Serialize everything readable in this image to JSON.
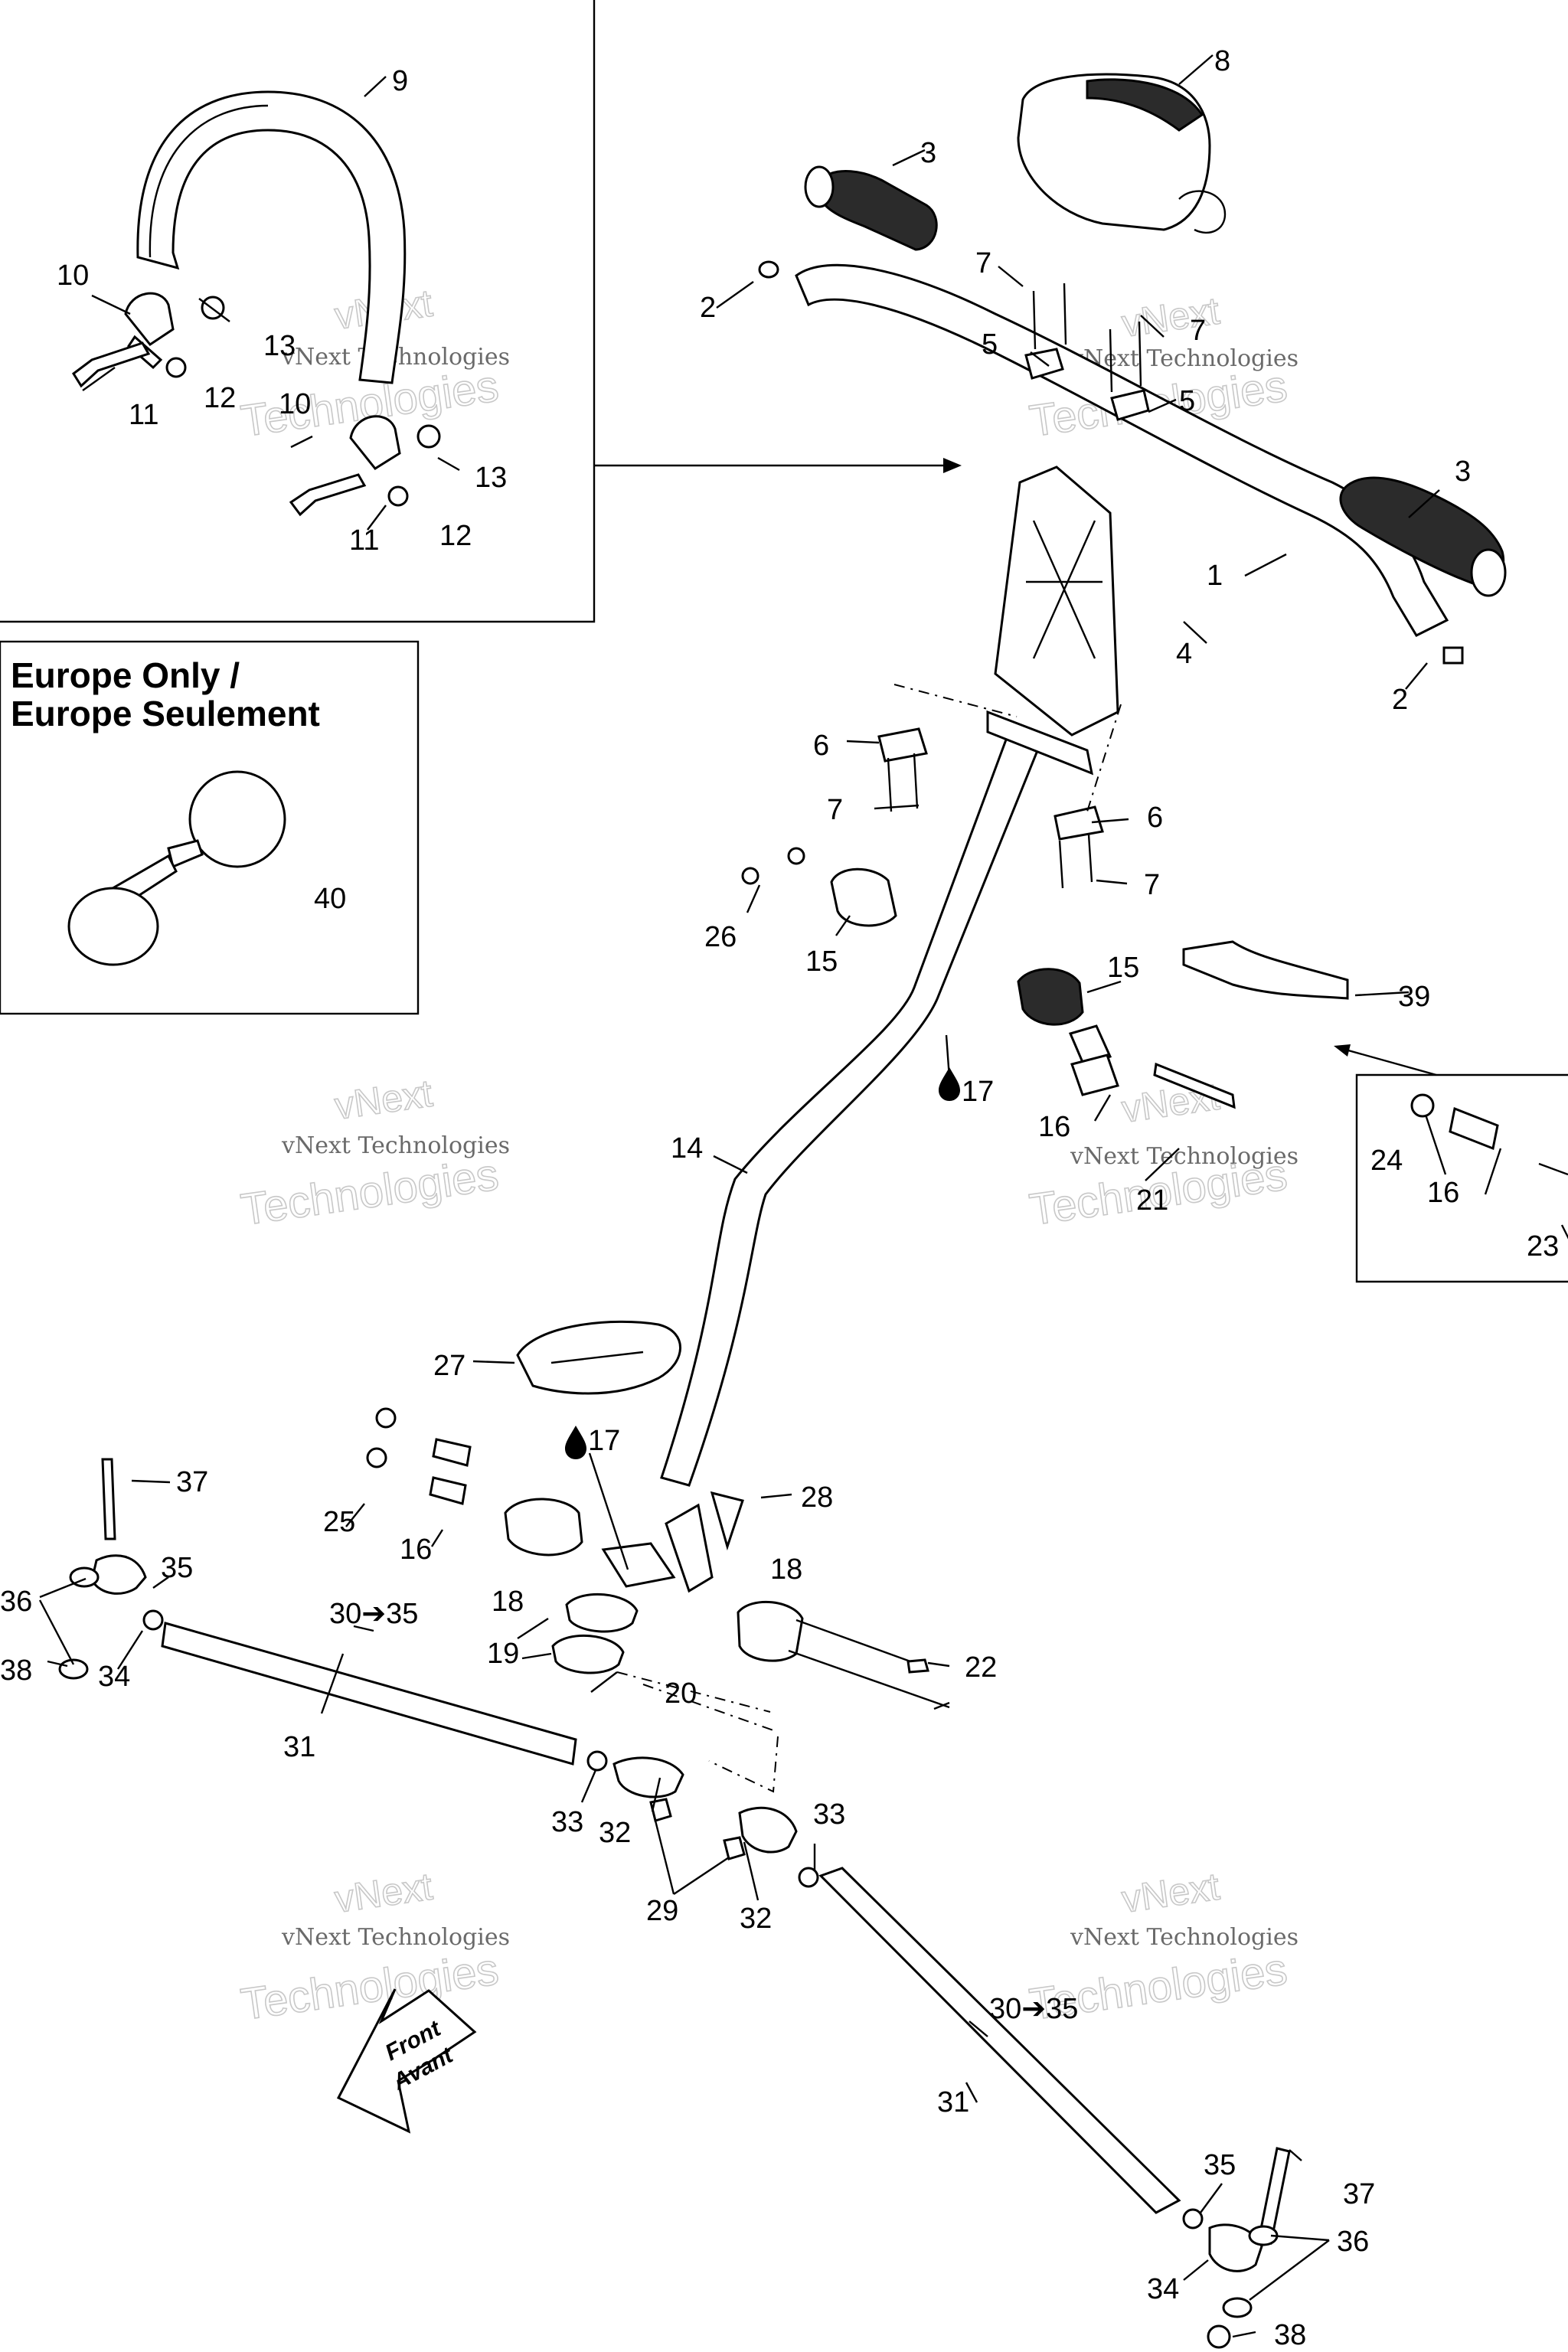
{
  "inset_europe": {
    "title_line1": "Europe Only /",
    "title_line2": "Europe Seulement"
  },
  "front_arrow": {
    "line1": "Front",
    "line2": "Avant"
  },
  "watermark": {
    "brand": "vNext",
    "small": "vNext Technologies",
    "big": "Technologies"
  },
  "callouts": {
    "n1": "1",
    "n2a": "2",
    "n2b": "2",
    "n3a": "3",
    "n3b": "3",
    "n4": "4",
    "n5a": "5",
    "n5b": "5",
    "n6a": "6",
    "n6b": "6",
    "n7a": "7",
    "n7b": "7",
    "n7c": "7",
    "n7d": "7",
    "n8": "8",
    "n9": "9",
    "n10a": "10",
    "n10b": "10",
    "n11a": "11",
    "n11b": "11",
    "n12a": "12",
    "n12b": "12",
    "n13a": "13",
    "n13b": "13",
    "n14": "14",
    "n15a": "15",
    "n15b": "15",
    "n16a": "16",
    "n16b": "16",
    "n16c": "16",
    "n17a": "17",
    "n17b": "17",
    "n18a": "18",
    "n18b": "18",
    "n19": "19",
    "n20": "20",
    "n21": "21",
    "n22": "22",
    "n23": "23",
    "n24": "24",
    "n25": "25",
    "n26": "26",
    "n27": "27",
    "n28": "28",
    "n29": "29",
    "n30a": "30➔35",
    "n30b": "30➔35",
    "n31a": "31",
    "n31b": "31",
    "n32a": "32",
    "n32b": "32",
    "n33a": "33",
    "n33b": "33",
    "n34a": "34",
    "n34b": "34",
    "n35a": "35",
    "n35b": "35",
    "n36a": "36",
    "n36b": "36",
    "n37a": "37",
    "n37b": "37",
    "n38a": "38",
    "n38b": "38",
    "n39": "39",
    "n40": "40"
  }
}
